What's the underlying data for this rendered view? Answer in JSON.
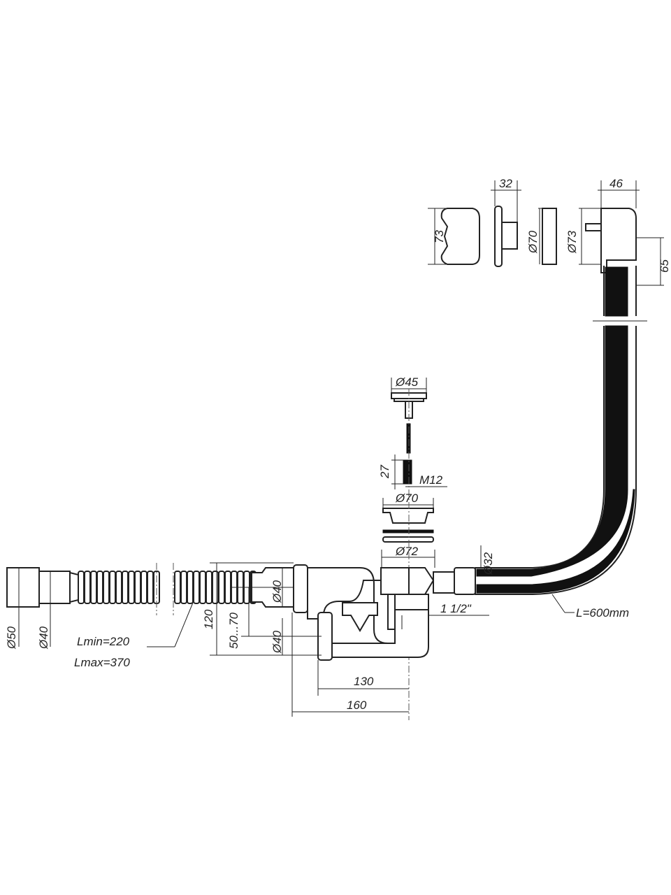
{
  "drawing": {
    "labels": {
      "cap_height": "73",
      "disc_width": "32",
      "gasket_diameter": "Ø70",
      "overflow_diameter": "Ø73",
      "overflow_width": "46",
      "overflow_height": "65",
      "plug_diameter": "Ø45",
      "thread_length": "27",
      "thread": "M12",
      "strainer_diameter": "Ø70",
      "outlet_diameter": "Ø72",
      "hose_diameter": "Ø32",
      "hose_length": "L=600mm",
      "outlet_thread": "1 1/2\"",
      "inlet_diameter_upper": "Ø40",
      "inlet_diameter_lower": "Ø40",
      "height_120": "120",
      "height_range": "50...70",
      "corrugated_end_diameter": "Ø50",
      "corrugated_diameter": "Ø40",
      "lmin": "Lmin=220",
      "lmax": "Lmax=370",
      "width_130": "130",
      "width_160": "160"
    }
  }
}
